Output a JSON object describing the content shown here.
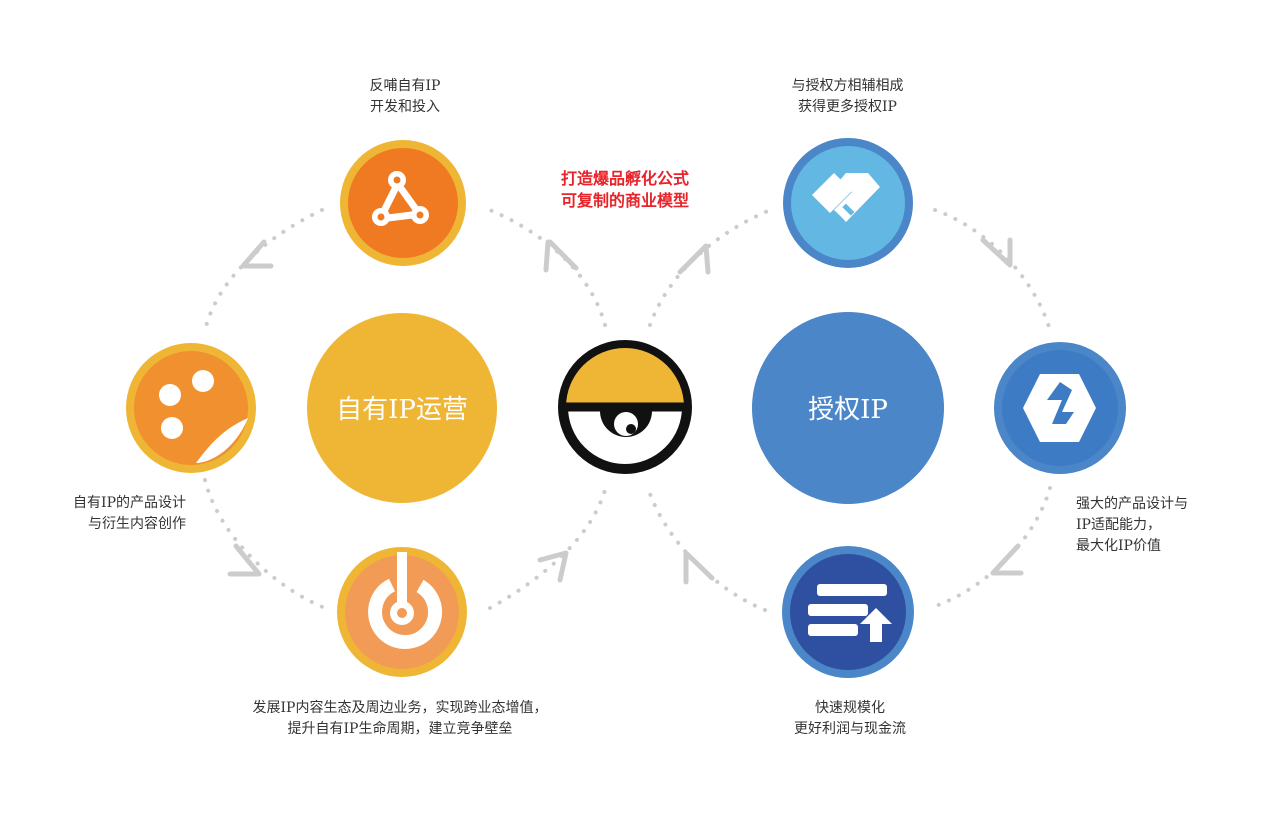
{
  "tagline": {
    "line1": "打造爆品孵化公式",
    "line2": "可复制的商业模型",
    "color": "#e8232a"
  },
  "left_cycle": {
    "title": "自有IP运营",
    "color": "#efb636",
    "steps": [
      {
        "icon": "bike-chain-icon",
        "lines": [
          "反哺自有IP",
          "开发和投入"
        ]
      },
      {
        "icon": "palette-icon",
        "lines": [
          "自有IP的产品设计",
          "与衍生内容创作"
        ]
      },
      {
        "icon": "gauge-icon",
        "lines": [
          "发展IP内容生态及周边业务，实现跨业态增值，",
          "提升自有IP生命周期，建立竞争壁垒"
        ]
      }
    ]
  },
  "right_cycle": {
    "title": "授权IP",
    "color": "#4a86c8",
    "steps": [
      {
        "icon": "handshake-icon",
        "lines": [
          "与授权方相辅相成",
          "获得更多授权IP"
        ]
      },
      {
        "icon": "hexagon-link-icon",
        "lines": [
          "强大的产品设计与",
          "IP适配能力，",
          "最大化IP价值"
        ]
      },
      {
        "icon": "upload-list-icon",
        "lines": [
          "快速规模化",
          "更好利润与现金流"
        ]
      }
    ]
  },
  "center": {
    "icon": "eye-logo-icon"
  },
  "colors": {
    "orange_dark": "#f07a22",
    "orange_mid": "#f0902e",
    "orange_light": "#f29b56",
    "yellow_ring": "#efb636",
    "blue_light": "#62b8e2",
    "blue_ring": "#4a86c8",
    "blue_dark": "#2f4fa0",
    "arrow_gray": "#cccccc"
  }
}
